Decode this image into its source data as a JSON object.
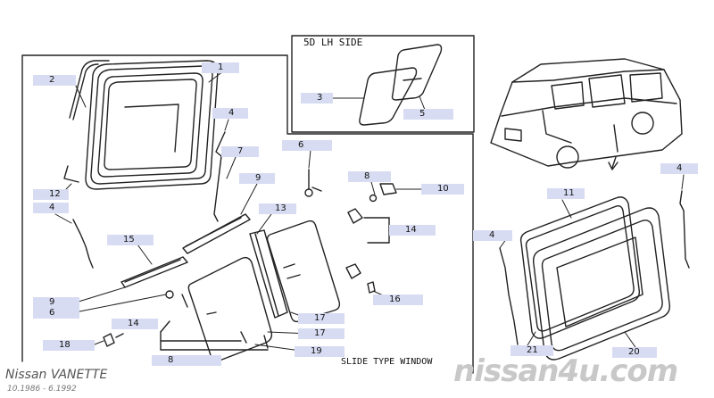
{
  "inset_label": "5D LH SIDE",
  "window_type_label": "SLIDE TYPE WINDOW",
  "vehicle_model": "Nissan VANETTE",
  "production_range": "10.1986 - 6.1992",
  "watermark": "nissan4u.com",
  "callout_color": "#d8dcf2",
  "callouts": {
    "c1": "1",
    "c2": "2",
    "c3": "3",
    "c4a": "4",
    "c4b": "4",
    "c4c": "4",
    "c4d": "4",
    "c5": "5",
    "c6a": "6",
    "c6b": "6",
    "c7": "7",
    "c8a": "8",
    "c8b": "8",
    "c9a": "9",
    "c9b": "9",
    "c10": "10",
    "c11": "11",
    "c12": "12",
    "c13": "13",
    "c14a": "14",
    "c14b": "14",
    "c15": "15",
    "c16": "16",
    "c17a": "17",
    "c17b": "17",
    "c18": "18",
    "c19": "19",
    "c20": "20",
    "c21": "21"
  }
}
